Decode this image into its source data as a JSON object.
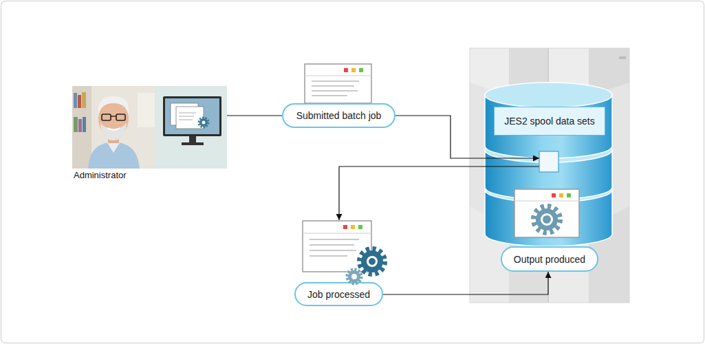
{
  "diagram": {
    "nodes": [
      {
        "text": [
          "Administrator"
        ]
      },
      {
        "text": [
          "Submitted batch job"
        ]
      },
      {
        "text": [
          "JES2 spool data sets"
        ]
      },
      {
        "text": [
          "Output produced"
        ],
        "in": 2
      },
      {
        "text": [
          "Job processed"
        ]
      }
    ],
    "edges": [
      {
        "from": 0,
        "to": 1,
        "arrow": "none"
      },
      {
        "from": 1,
        "to": 2,
        "arrow": "to"
      },
      {
        "from": 2,
        "to": 4,
        "arrow": "to"
      },
      {
        "from": 4,
        "to": 3,
        "arrow": "to"
      }
    ]
  }
}
